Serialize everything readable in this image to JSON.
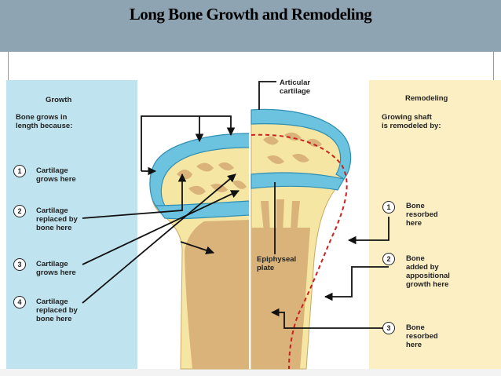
{
  "title": "Long Bone Growth and Remodeling",
  "growth": {
    "heading": "Growth",
    "intro": "Bone grows in\nlength because:",
    "items": [
      {
        "num": "1",
        "text": "Cartilage\ngrows here"
      },
      {
        "num": "2",
        "text": "Cartilage\nreplaced by\nbone here"
      },
      {
        "num": "3",
        "text": "Cartilage\ngrows here"
      },
      {
        "num": "4",
        "text": "Cartilage\nreplaced by\nbone here"
      }
    ]
  },
  "remodeling": {
    "heading": "Remodeling",
    "intro": "Growing shaft\nis remodeled by:",
    "items": [
      {
        "num": "1",
        "text": "Bone\nresorbed\nhere"
      },
      {
        "num": "2",
        "text": "Bone\nadded by\nappositional\ngrowth here"
      },
      {
        "num": "3",
        "text": "Bone\nresorbed\nhere"
      }
    ]
  },
  "labels": {
    "articular_cartilage": "Articular\ncartilage",
    "epiphyseal_plate": "Epiphyseal\nplate"
  },
  "colors": {
    "header_bg": "#8fa4b3",
    "growth_panel": "#bfe3ef",
    "remodeling_panel": "#fcefc4",
    "cartilage": "#6cc3df",
    "bone_light": "#f6e6a3",
    "bone_shaft": "#d9b37a",
    "remodel_line": "#cc1f1f"
  }
}
